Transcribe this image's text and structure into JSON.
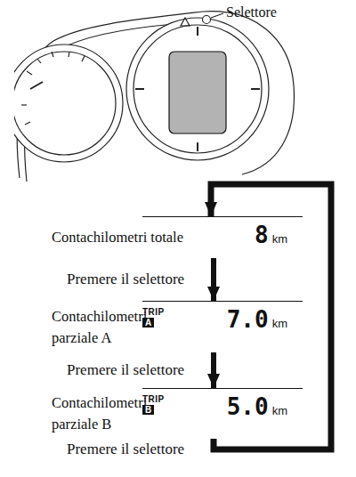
{
  "diagram": {
    "nodes": [
      {
        "text": [
          "Contachilometri totale",
          "8",
          "km"
        ]
      },
      {
        "text": [
          "Contachilometri parziale A",
          "TRIP",
          "A",
          "7.0",
          "km"
        ]
      },
      {
        "text": [
          "Contachilometri parziale B",
          "TRIP",
          "B",
          "5.0",
          "km"
        ]
      }
    ],
    "edges": [
      {
        "from": 0,
        "to": 1,
        "arrow": "to",
        "label": "Premere il selettore"
      },
      {
        "from": 1,
        "to": 2,
        "arrow": "to",
        "label": "Premere il selettore"
      },
      {
        "from": 2,
        "to": 0,
        "arrow": "to",
        "label": "Premere il selettore"
      }
    ],
    "labels": [
      "Selettore"
    ]
  }
}
